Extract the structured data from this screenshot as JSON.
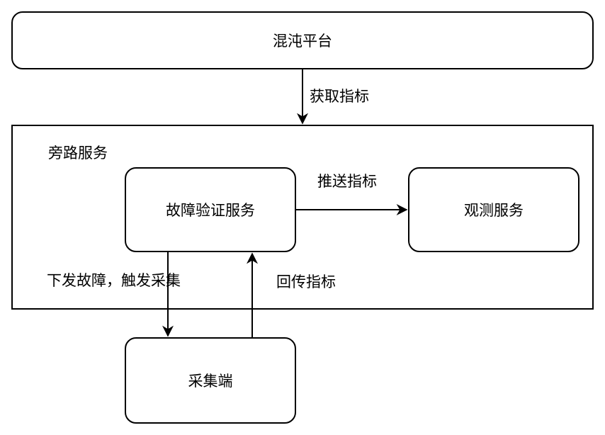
{
  "nodes": {
    "platform": "混沌平台",
    "bypass_service": "旁路服务",
    "fault_verify": "故障验证服务",
    "observe": "观测服务",
    "collector": "采集端"
  },
  "edges": {
    "get_metrics": "获取指标",
    "push_metrics": "推送指标",
    "dispatch_fault": "下发故障，触发采集",
    "return_metrics": "回传指标"
  },
  "colors": {
    "line": "#000000",
    "fill": "#ffffff"
  }
}
